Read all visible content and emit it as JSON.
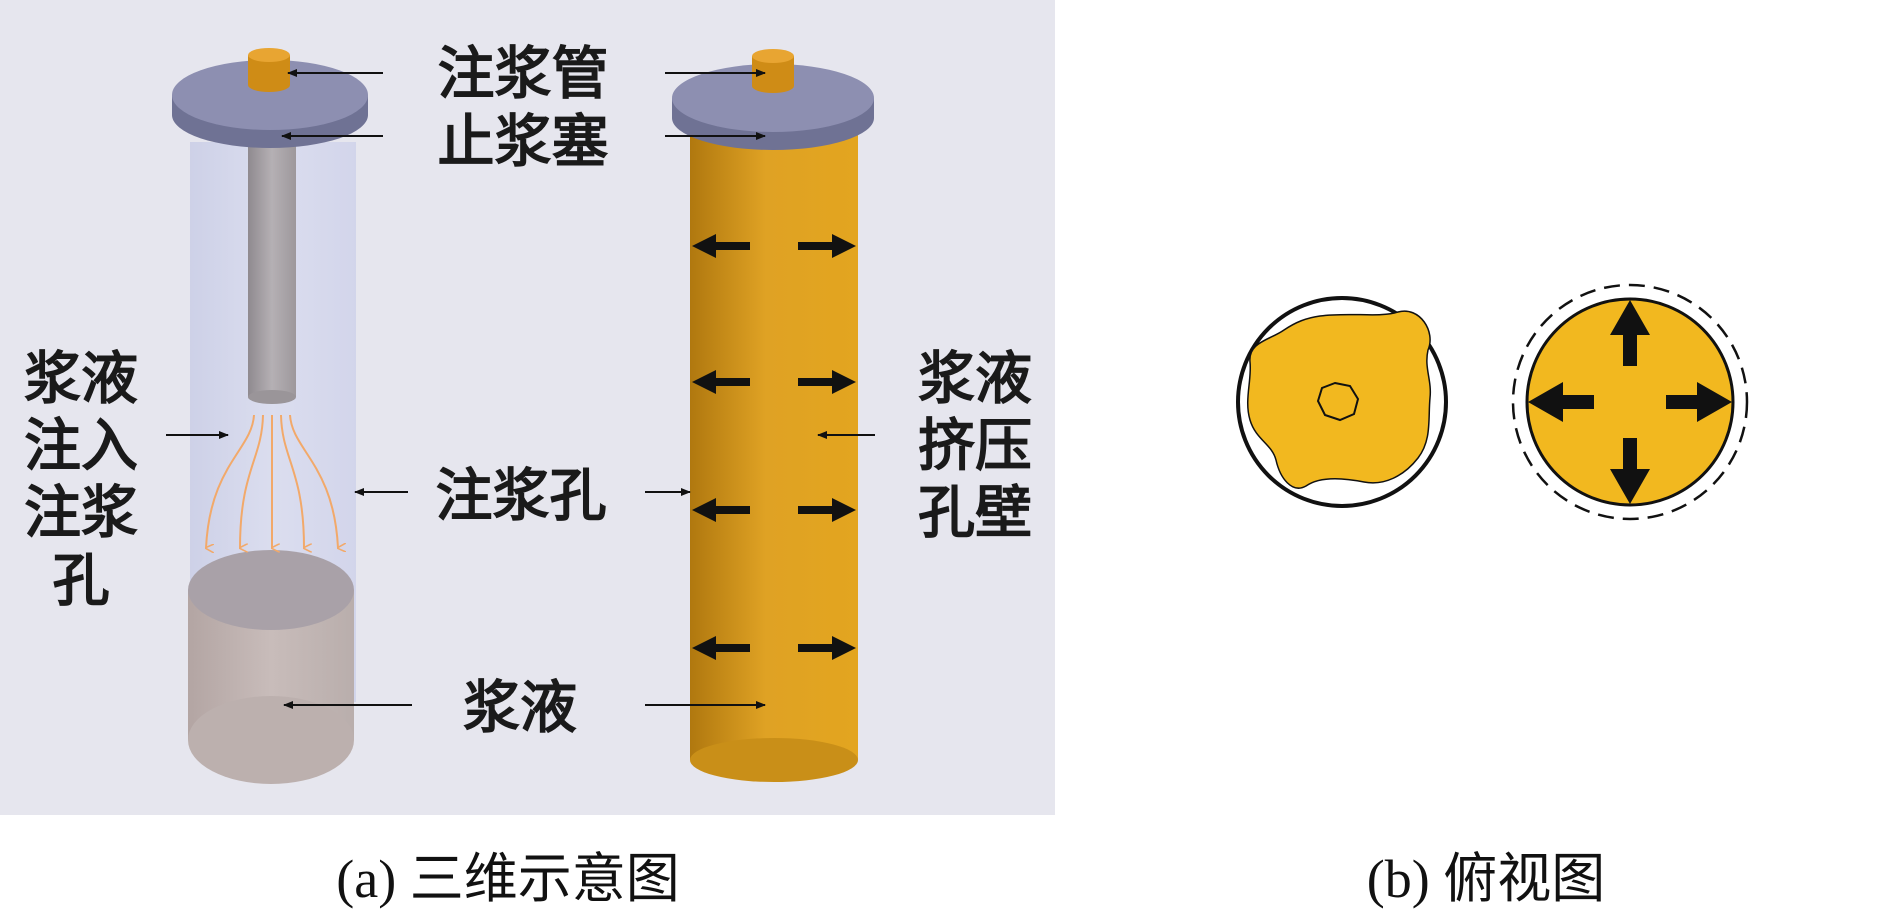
{
  "panel_a": {
    "caption": "(a) 三维示意图",
    "labels": {
      "grout_pipe": "注浆管",
      "grout_stopper": "止浆塞",
      "grout_hole": "注浆孔",
      "slurry_bottom": "浆液",
      "left_side": [
        "浆液",
        "注入",
        "注浆",
        "孔"
      ],
      "right_side": [
        "浆液",
        "挤压",
        "孔壁"
      ]
    }
  },
  "panel_b": {
    "caption": "(b) 俯视图"
  },
  "colors": {
    "panel_background": "#e6e6ee",
    "slurry": "#d99a1c",
    "slurry_top_view": "#f2b81f",
    "stopper": "#8d8fb1",
    "pipe": "#a8a3a8",
    "flow_lines": "#f2a96a"
  }
}
